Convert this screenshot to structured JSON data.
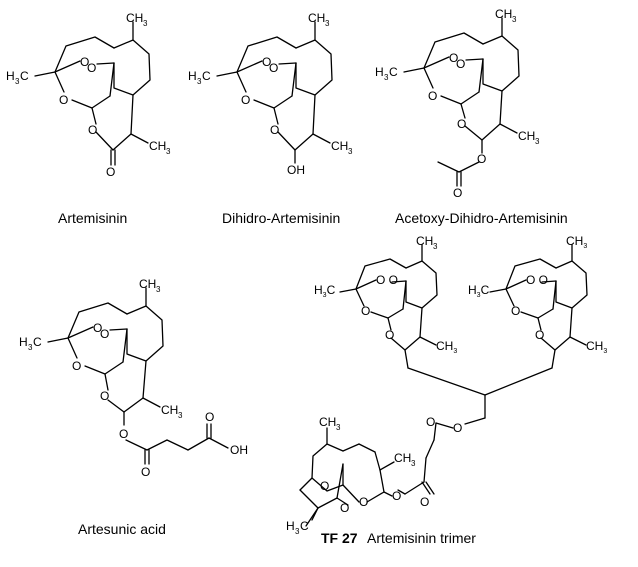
{
  "compounds": [
    {
      "id": "artemisinin",
      "name": "Artemisinin",
      "atom_labels": [
        "H",
        "3",
        "C",
        "O",
        "O",
        "O",
        "O",
        "O",
        "CH",
        "3",
        "CH",
        "3"
      ]
    },
    {
      "id": "dihidro-artemisinin",
      "name": "Dihidro-Artemisinin",
      "atom_labels": [
        "H",
        "3",
        "C",
        "O",
        "O",
        "O",
        "O",
        "OH",
        "CH",
        "3",
        "CH",
        "3"
      ]
    },
    {
      "id": "acetoxy-dihidro-artemisinin",
      "name": "Acetoxy-Dihidro-Artemisinin",
      "atom_labels": [
        "H",
        "3",
        "C",
        "O",
        "O",
        "O",
        "O",
        "O",
        "O",
        "CH",
        "3",
        "CH",
        "3"
      ]
    },
    {
      "id": "artesunic-acid",
      "name": "Artesunic acid",
      "atom_labels": [
        "H",
        "3",
        "C",
        "O",
        "O",
        "O",
        "O",
        "O",
        "O",
        "O",
        "OH",
        "CH",
        "3",
        "CH",
        "3"
      ]
    },
    {
      "id": "tf27",
      "name_bold": "TF 27",
      "name": "Artemisinin trimer",
      "atom_labels": [
        "H",
        "3",
        "C",
        "CH",
        "3",
        "O",
        "O",
        "O",
        "O",
        "O",
        "O",
        "O",
        "CH",
        "3",
        "CH",
        "3"
      ]
    }
  ]
}
